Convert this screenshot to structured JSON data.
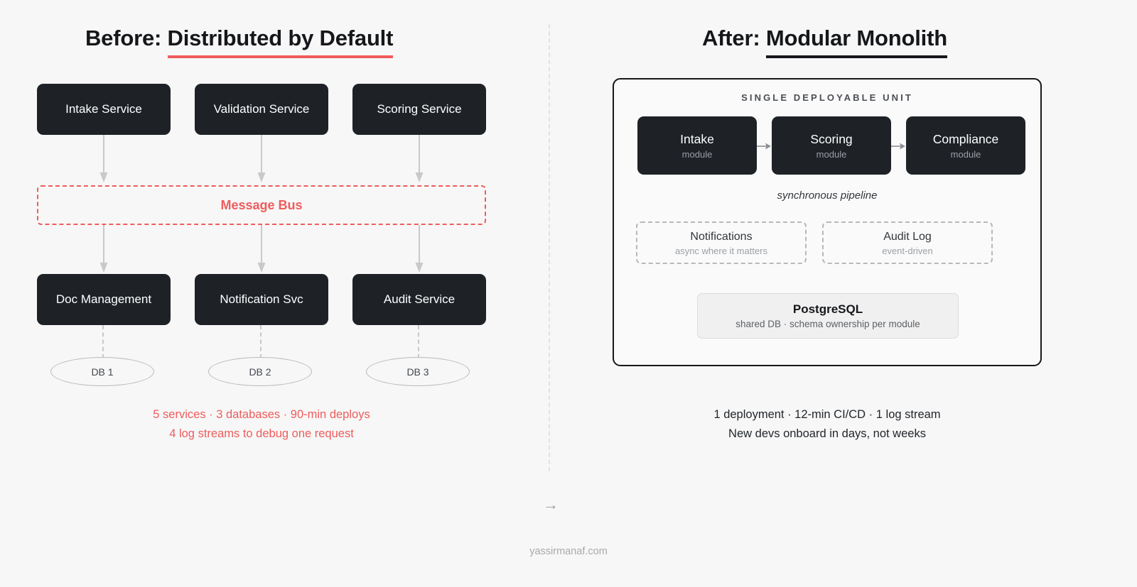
{
  "panels": {
    "left": {
      "title_prefix": "Before: ",
      "title_emphasis": "Distributed by Default",
      "accent_color": "#ef5c5c",
      "top_services": [
        {
          "label": "Intake Service"
        },
        {
          "label": "Validation Service"
        },
        {
          "label": "Scoring Service"
        }
      ],
      "bus": {
        "label": "Message Bus"
      },
      "bottom_services": [
        {
          "label": "Doc Management"
        },
        {
          "label": "Notification Svc"
        },
        {
          "label": "Audit Service"
        }
      ],
      "databases": [
        {
          "label": "DB 1"
        },
        {
          "label": "DB 2"
        },
        {
          "label": "DB 3"
        }
      ],
      "footer_line_1": "5 services · 3 databases · 90-min deploys",
      "footer_line_2": "4 log streams to debug one request"
    },
    "right": {
      "title_prefix": "After: ",
      "title_emphasis": "Modular Monolith",
      "accent_color": "#15171a",
      "unit_header": "SINGLE DEPLOYABLE UNIT",
      "modules": [
        {
          "label": "Intake",
          "sublabel": "module"
        },
        {
          "label": "Scoring",
          "sublabel": "module"
        },
        {
          "label": "Compliance",
          "sublabel": "module"
        }
      ],
      "pipeline_label": "synchronous pipeline",
      "async_boxes": [
        {
          "label": "Notifications",
          "sublabel": "async where it matters"
        },
        {
          "label": "Audit Log",
          "sublabel": "event-driven"
        }
      ],
      "database": {
        "label": "PostgreSQL",
        "sublabel": "shared DB · schema ownership per module"
      },
      "footer_line_1": "1 deployment · 12-min CI/CD · 1 log stream",
      "footer_line_2": "New devs onboard in days, not weeks"
    }
  },
  "divider": {
    "arrow_glyph": "→"
  },
  "attribution": "yassirmanaf.com",
  "colors": {
    "background": "#f7f7f7",
    "box_dark": "#1e2227",
    "accent_red": "#ef5c5c",
    "ink": "#15171a",
    "muted": "#9b9fa5",
    "line_grey": "#c9c9c9"
  }
}
